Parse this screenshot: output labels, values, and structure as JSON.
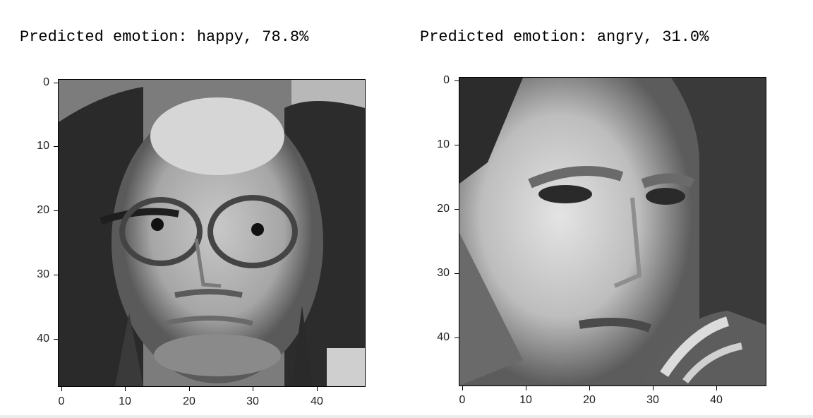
{
  "panels": [
    {
      "title": "Predicted emotion: happy, 78.8%",
      "emotion": "happy",
      "confidence_pct": 78.8,
      "image_description": "grayscale 48x48 face, woman with glasses and long dark hair",
      "y_ticks": [
        "0",
        "10",
        "20",
        "30",
        "40"
      ],
      "x_ticks": [
        "0",
        "10",
        "20",
        "30",
        "40"
      ]
    },
    {
      "title": "Predicted emotion: angry, 31.0%",
      "emotion": "angry",
      "confidence_pct": 31.0,
      "image_description": "grayscale 48x48 face, man with furrowed brow",
      "y_ticks": [
        "0",
        "10",
        "20",
        "30",
        "40"
      ],
      "x_ticks": [
        "0",
        "10",
        "20",
        "30",
        "40"
      ]
    }
  ]
}
